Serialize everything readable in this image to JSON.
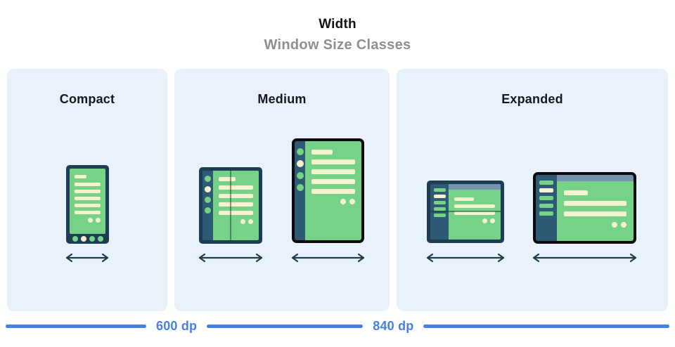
{
  "header": {
    "title": "Width",
    "subtitle": "Window Size Classes"
  },
  "panels": [
    {
      "label": "Compact",
      "devices": [
        "phone"
      ]
    },
    {
      "label": "Medium",
      "devices": [
        "folded-foldable",
        "tablet-portrait"
      ]
    },
    {
      "label": "Expanded",
      "devices": [
        "unfolded-foldable-landscape",
        "laptop-display"
      ]
    }
  ],
  "ruler": {
    "breakpoints": [
      "600 dp",
      "840 dp"
    ]
  },
  "colors": {
    "accent_blue": "#4580ea",
    "panel_background": "#e9f1fb",
    "screen_green": "#76d287",
    "skeleton_cream": "#f4f2cf",
    "frame_navy": "#1e3c52",
    "rail_steel_blue": "#2f5a75",
    "topbar_blue_gray": "#7494ad",
    "device_black": "#0b0b0b",
    "subtitle_gray": "#8b9096"
  }
}
